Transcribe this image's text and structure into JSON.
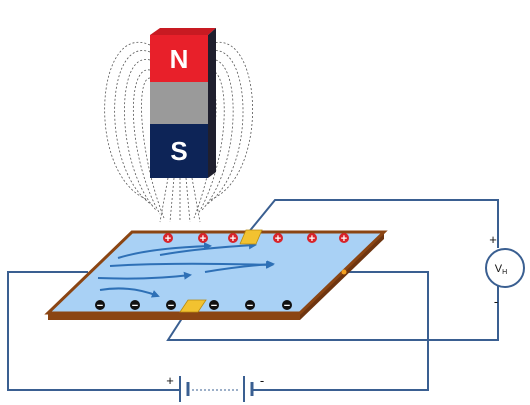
{
  "magnet": {
    "north_label": "N",
    "south_label": "S",
    "north_color": "#e8202a",
    "middle_color": "#9a9a9a",
    "south_color": "#0d2457"
  },
  "plate": {
    "fill_color": "#a9d1f5",
    "edge_color": "#8b4513",
    "contact_color": "#f2c230",
    "positive_charges": [
      "+",
      "+",
      "+",
      "+",
      "+",
      "+",
      "+"
    ],
    "negative_charges": [
      "−",
      "−",
      "−",
      "−",
      "−",
      "−",
      "−",
      "−"
    ]
  },
  "voltmeter": {
    "label_main": "V",
    "label_sub": "H",
    "plus": "+",
    "minus": "-"
  },
  "battery": {
    "plus": "+",
    "minus": "-"
  },
  "colors": {
    "wire": "#3a5f91",
    "current_arrow": "#2e70b6",
    "field_line": "#555555"
  }
}
